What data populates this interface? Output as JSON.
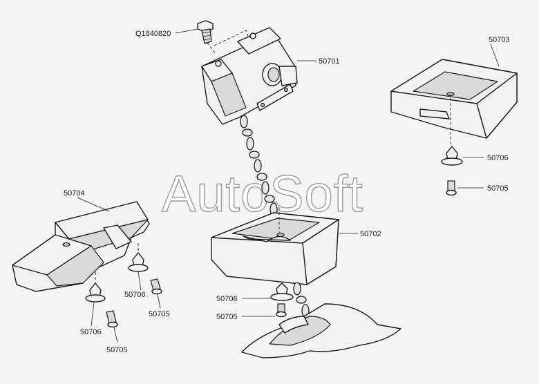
{
  "watermark": "AutoSoft",
  "labels": {
    "bolt": "Q1840820",
    "bracket": "50701",
    "block_center": "50702",
    "block_right": "50703",
    "holder_left": "50704",
    "clip_right": "50706",
    "screw_right": "50705",
    "clip_center": "50706",
    "screw_center": "50705",
    "clip_left_a": "50706",
    "screw_left_a": "50705",
    "clip_left_b": "50706",
    "screw_left_b": "50705"
  }
}
